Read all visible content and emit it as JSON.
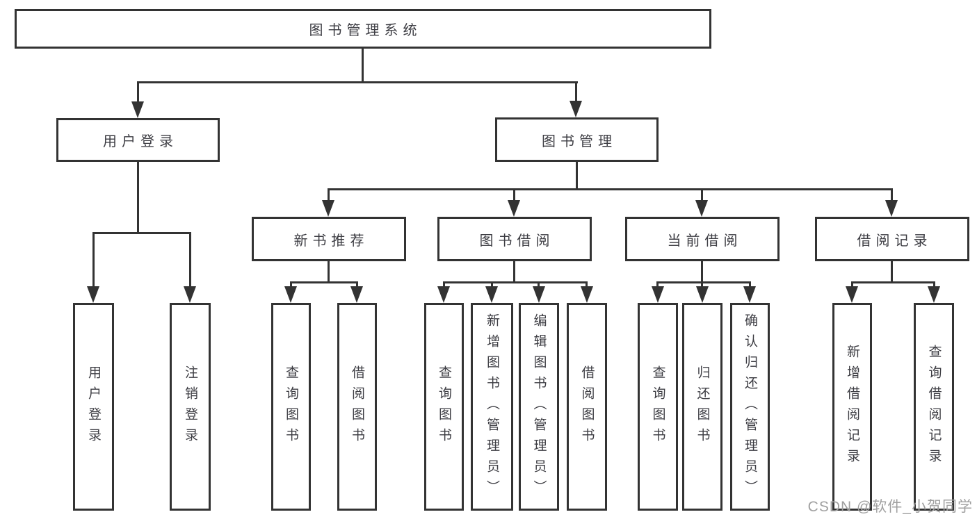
{
  "diagram": {
    "type": "hierarchy-tree",
    "title": "图书管理系统",
    "watermark": "CSDN @软件_小贺同学",
    "colors": {
      "line": "#333333",
      "box_border": "#333333",
      "text": "#3d3d43",
      "watermark": "#a0a0a0",
      "background": "#ffffff"
    },
    "tree": {
      "root": {
        "label": "图书管理系统",
        "children": [
          {
            "label": "用户登录",
            "children": [
              {
                "label": "用户登录"
              },
              {
                "label": "注销登录"
              }
            ]
          },
          {
            "label": "图书管理",
            "children": [
              {
                "label": "新书推荐",
                "children": [
                  {
                    "label": "查询图书"
                  },
                  {
                    "label": "借阅图书"
                  }
                ]
              },
              {
                "label": "图书借阅",
                "children": [
                  {
                    "label": "查询图书"
                  },
                  {
                    "label": "新增图书（管理员）"
                  },
                  {
                    "label": "编辑图书（管理员）"
                  },
                  {
                    "label": "借阅图书"
                  }
                ]
              },
              {
                "label": "当前借阅",
                "children": [
                  {
                    "label": "查询图书"
                  },
                  {
                    "label": "归还图书"
                  },
                  {
                    "label": "确认归还（管理员）"
                  }
                ]
              },
              {
                "label": "借阅记录",
                "children": [
                  {
                    "label": "新增借阅记录"
                  },
                  {
                    "label": "查询借阅记录"
                  }
                ]
              }
            ]
          }
        ]
      }
    }
  }
}
